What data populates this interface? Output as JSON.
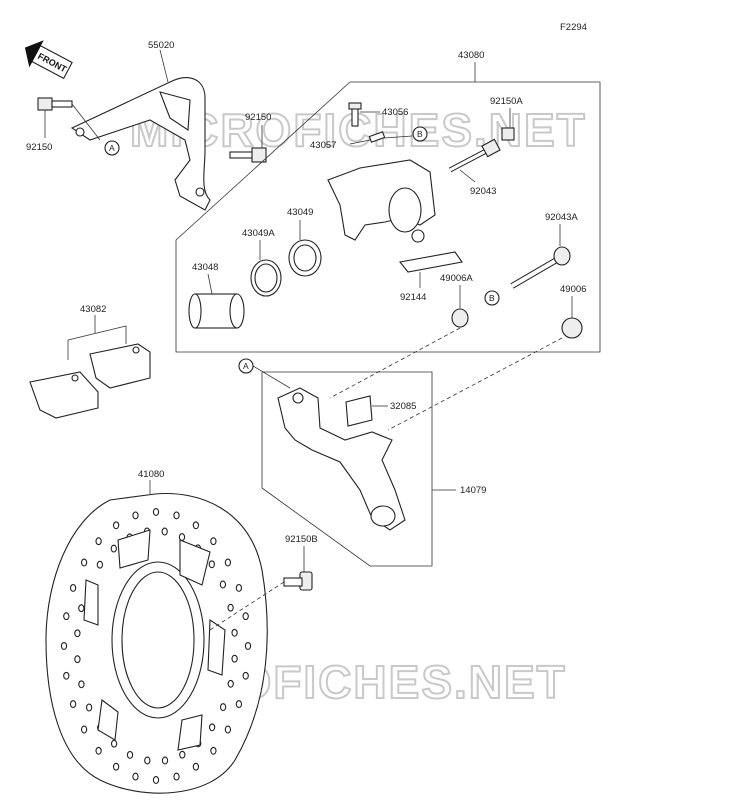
{
  "diagram": {
    "code": "F2294",
    "direction_label": "FRONT",
    "watermark": "MICROFICHES.NET",
    "refs": {
      "a": "A",
      "b": "B"
    },
    "parts": {
      "p55020": "55020",
      "p92150_left": "92150",
      "p92150_mid": "92150",
      "p43080": "43080",
      "p43056": "43056",
      "p43057": "43057",
      "p92150A": "92150A",
      "p92043": "92043",
      "p43049": "43049",
      "p43049A": "43049A",
      "p43048": "43048",
      "p92043A": "92043A",
      "p49006A": "49006A",
      "p49006": "49006",
      "p92144": "92144",
      "p43082": "43082",
      "p32085": "32085",
      "p14079": "14079",
      "p41080": "41080",
      "p92150B": "92150B"
    }
  }
}
